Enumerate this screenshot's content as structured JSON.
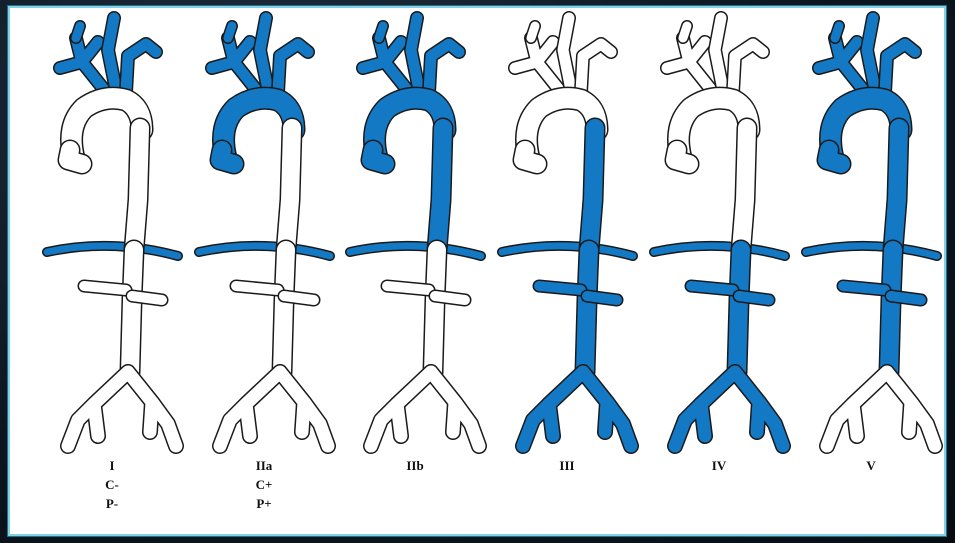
{
  "colors": {
    "filled": "#1479c4",
    "outline": "#1a1a1a",
    "empty": "#ffffff",
    "frame_border": "#7fd3e8"
  },
  "panels": [
    {
      "name": "type-1",
      "labels": [
        "I",
        "C-",
        "P-"
      ],
      "fill": {
        "arch_upper": true,
        "arch_asc": false,
        "desc_upper": false,
        "lower_aorta": false,
        "iliacs": false,
        "diaphragm": true,
        "renals": false
      }
    },
    {
      "name": "type-2a",
      "labels": [
        "IIa",
        "C+",
        "P+"
      ],
      "fill": {
        "arch_upper": true,
        "arch_asc": true,
        "desc_upper": false,
        "lower_aorta": false,
        "iliacs": false,
        "diaphragm": true,
        "renals": false
      }
    },
    {
      "name": "type-2b",
      "labels": [
        "IIb"
      ],
      "fill": {
        "arch_upper": true,
        "arch_asc": true,
        "desc_upper": true,
        "lower_aorta": false,
        "iliacs": false,
        "diaphragm": true,
        "renals": false
      }
    },
    {
      "name": "type-3",
      "labels": [
        "III"
      ],
      "fill": {
        "arch_upper": false,
        "arch_asc": false,
        "desc_upper": true,
        "lower_aorta": true,
        "iliacs": true,
        "diaphragm": true,
        "renals": true
      }
    },
    {
      "name": "type-4",
      "labels": [
        "IV"
      ],
      "fill": {
        "arch_upper": false,
        "arch_asc": false,
        "desc_upper": false,
        "lower_aorta": true,
        "iliacs": true,
        "diaphragm": true,
        "renals": true
      }
    },
    {
      "name": "type-5",
      "labels": [
        "V"
      ],
      "fill": {
        "arch_upper": true,
        "arch_asc": true,
        "desc_upper": true,
        "lower_aorta": true,
        "iliacs": false,
        "diaphragm": true,
        "renals": true
      }
    }
  ]
}
